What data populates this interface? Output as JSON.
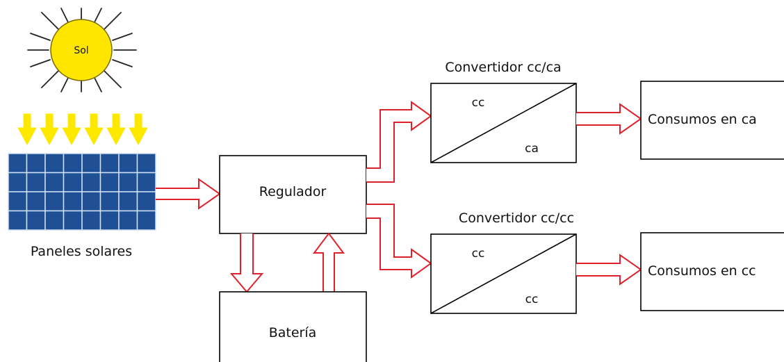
{
  "sun_label": "Sol",
  "panels_label": "Paneles solares",
  "regulator_label": "Regulador",
  "battery_label": "Batería",
  "converter_ac": {
    "title": "Convertidor cc/ca",
    "input": "cc",
    "output": "ca"
  },
  "converter_dc": {
    "title": "Convertidor cc/cc",
    "input": "cc",
    "output": "cc"
  },
  "load_ac_label": "Consumos en ca",
  "load_dc_label": "Consumos en cc",
  "colors": {
    "arrow": "#e0202a",
    "sun": "#ffe600",
    "panel": "#1f4f95",
    "light_arrows": "#ffe800"
  }
}
